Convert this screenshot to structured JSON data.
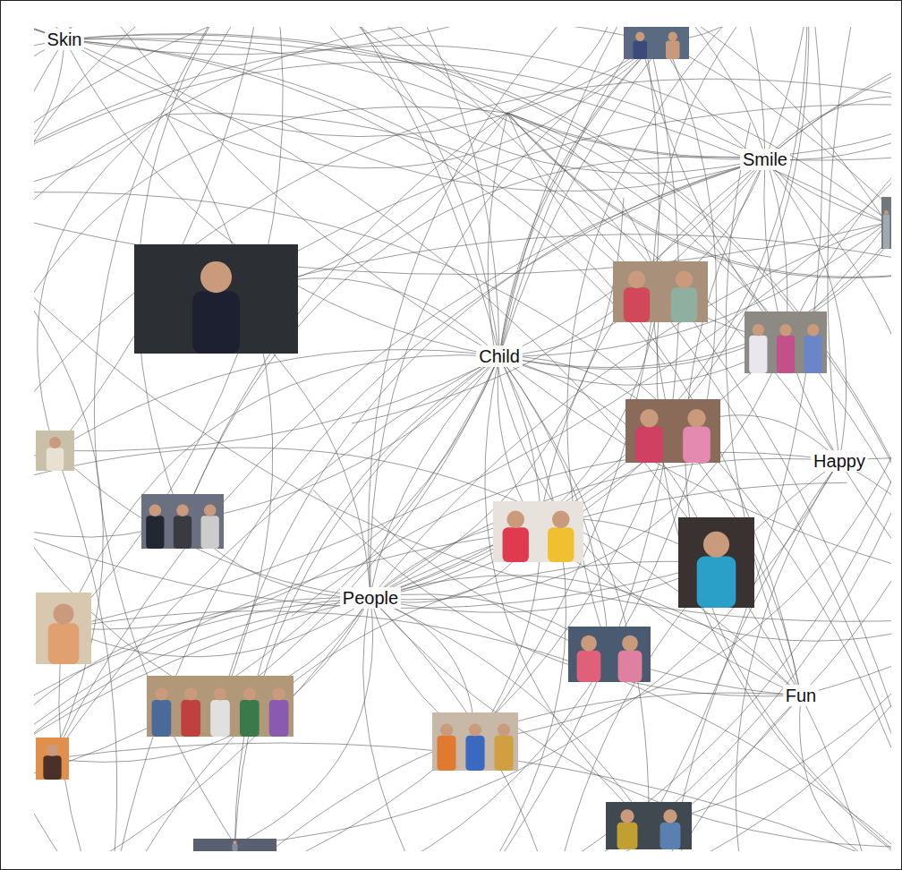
{
  "diagram": {
    "nodes": [
      {
        "text": [
          "Skin"
        ]
      },
      {
        "text": [
          "Smile"
        ]
      },
      {
        "text": [
          "Child"
        ]
      },
      {
        "text": [
          "Happy"
        ]
      },
      {
        "text": [
          "People"
        ]
      },
      {
        "text": [
          "Fun"
        ]
      }
    ]
  }
}
